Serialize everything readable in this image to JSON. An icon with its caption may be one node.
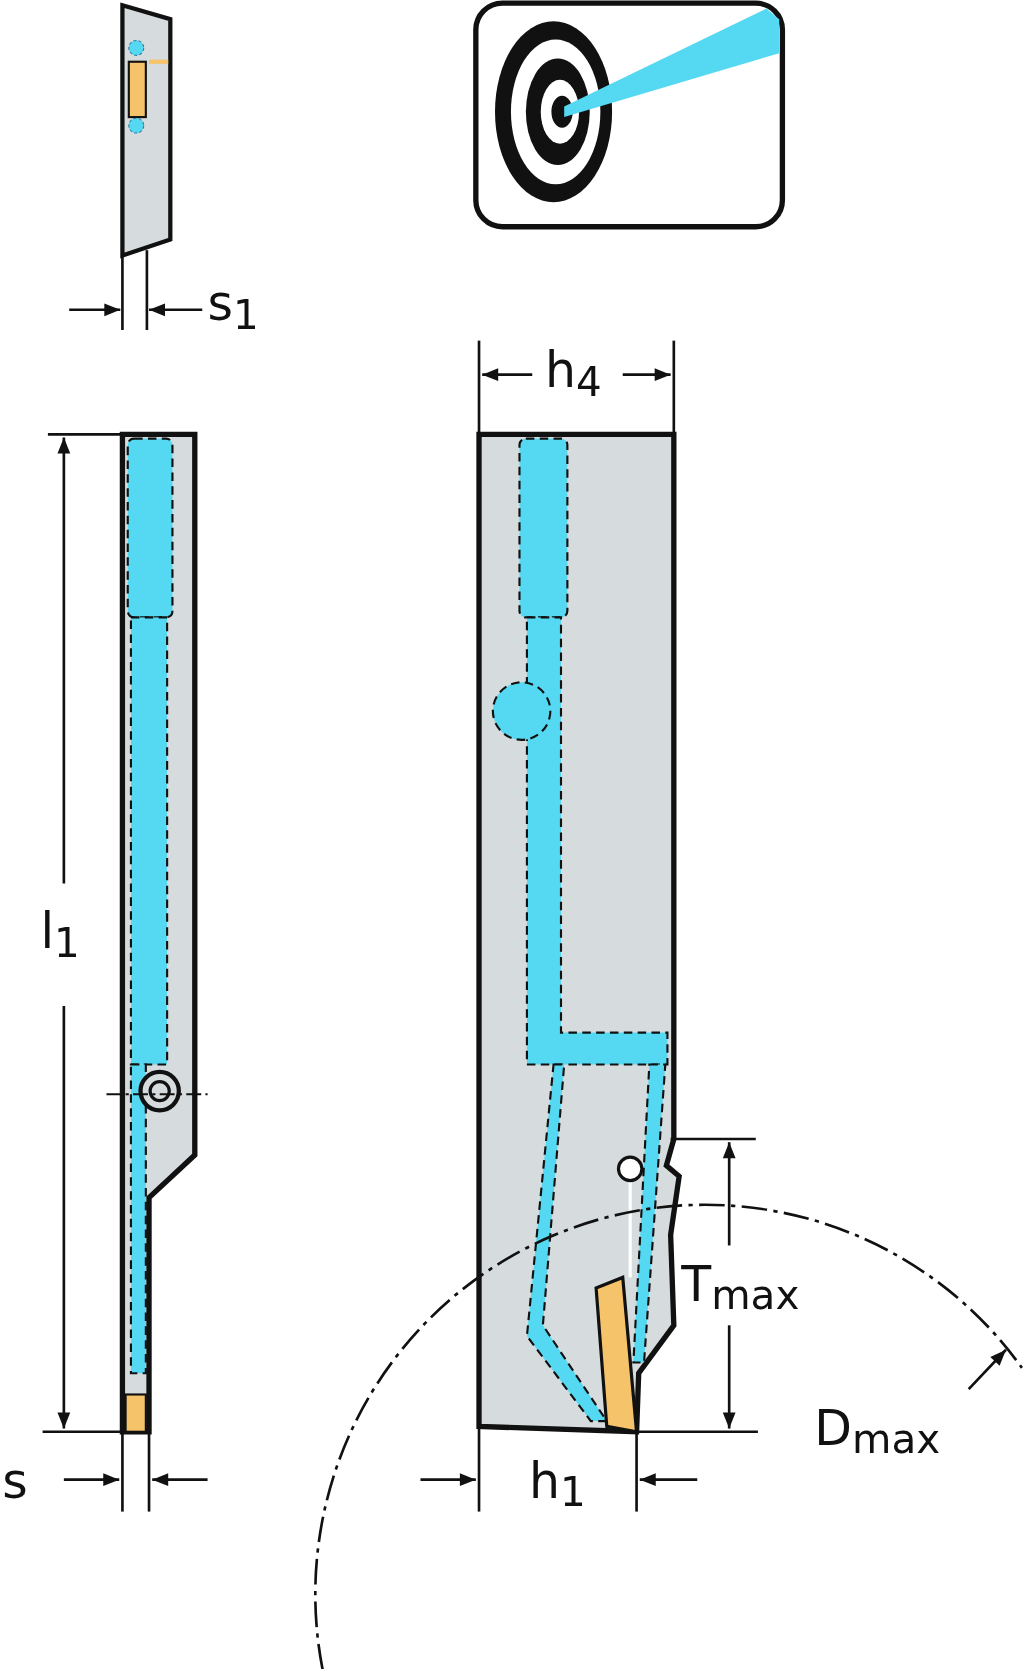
{
  "diagram": {
    "labels": [
      "s$_{1}$",
      "h$_{4}$",
      "l$_{1}$",
      "s",
      "h$_{1}$",
      "T$_{max}$",
      "D$_{max}$"
    ]
  }
}
